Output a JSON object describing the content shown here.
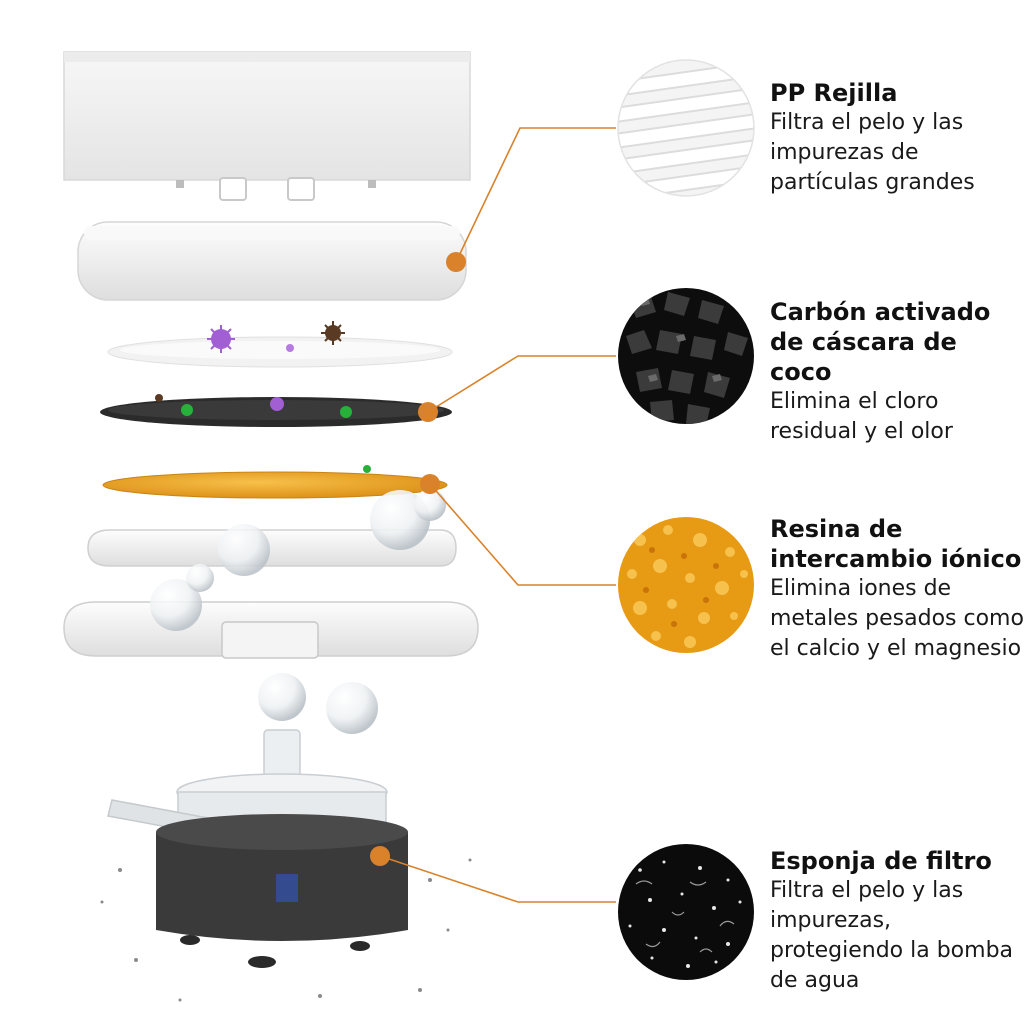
{
  "accent_color": "#d9822b",
  "layers": [
    {
      "title": "PP Rejilla",
      "description": "Filtra el pelo y las impurezas de partículas grandes",
      "swatch": "white-grille"
    },
    {
      "title": "Carbón activado de cáscara de coco",
      "description": "Elimina el cloro residual y el olor",
      "swatch": "black-carbon-granules"
    },
    {
      "title": "Resina de intercambio iónico",
      "description": "Elimina iones de metales pesados como el calcio y el magnesio",
      "swatch": "amber-resin-beads"
    },
    {
      "title": "Esponja de filtro",
      "description": "Filtra el pelo y las impurezas, protegiendo la bomba de agua",
      "swatch": "black-foam-sponge"
    }
  ]
}
